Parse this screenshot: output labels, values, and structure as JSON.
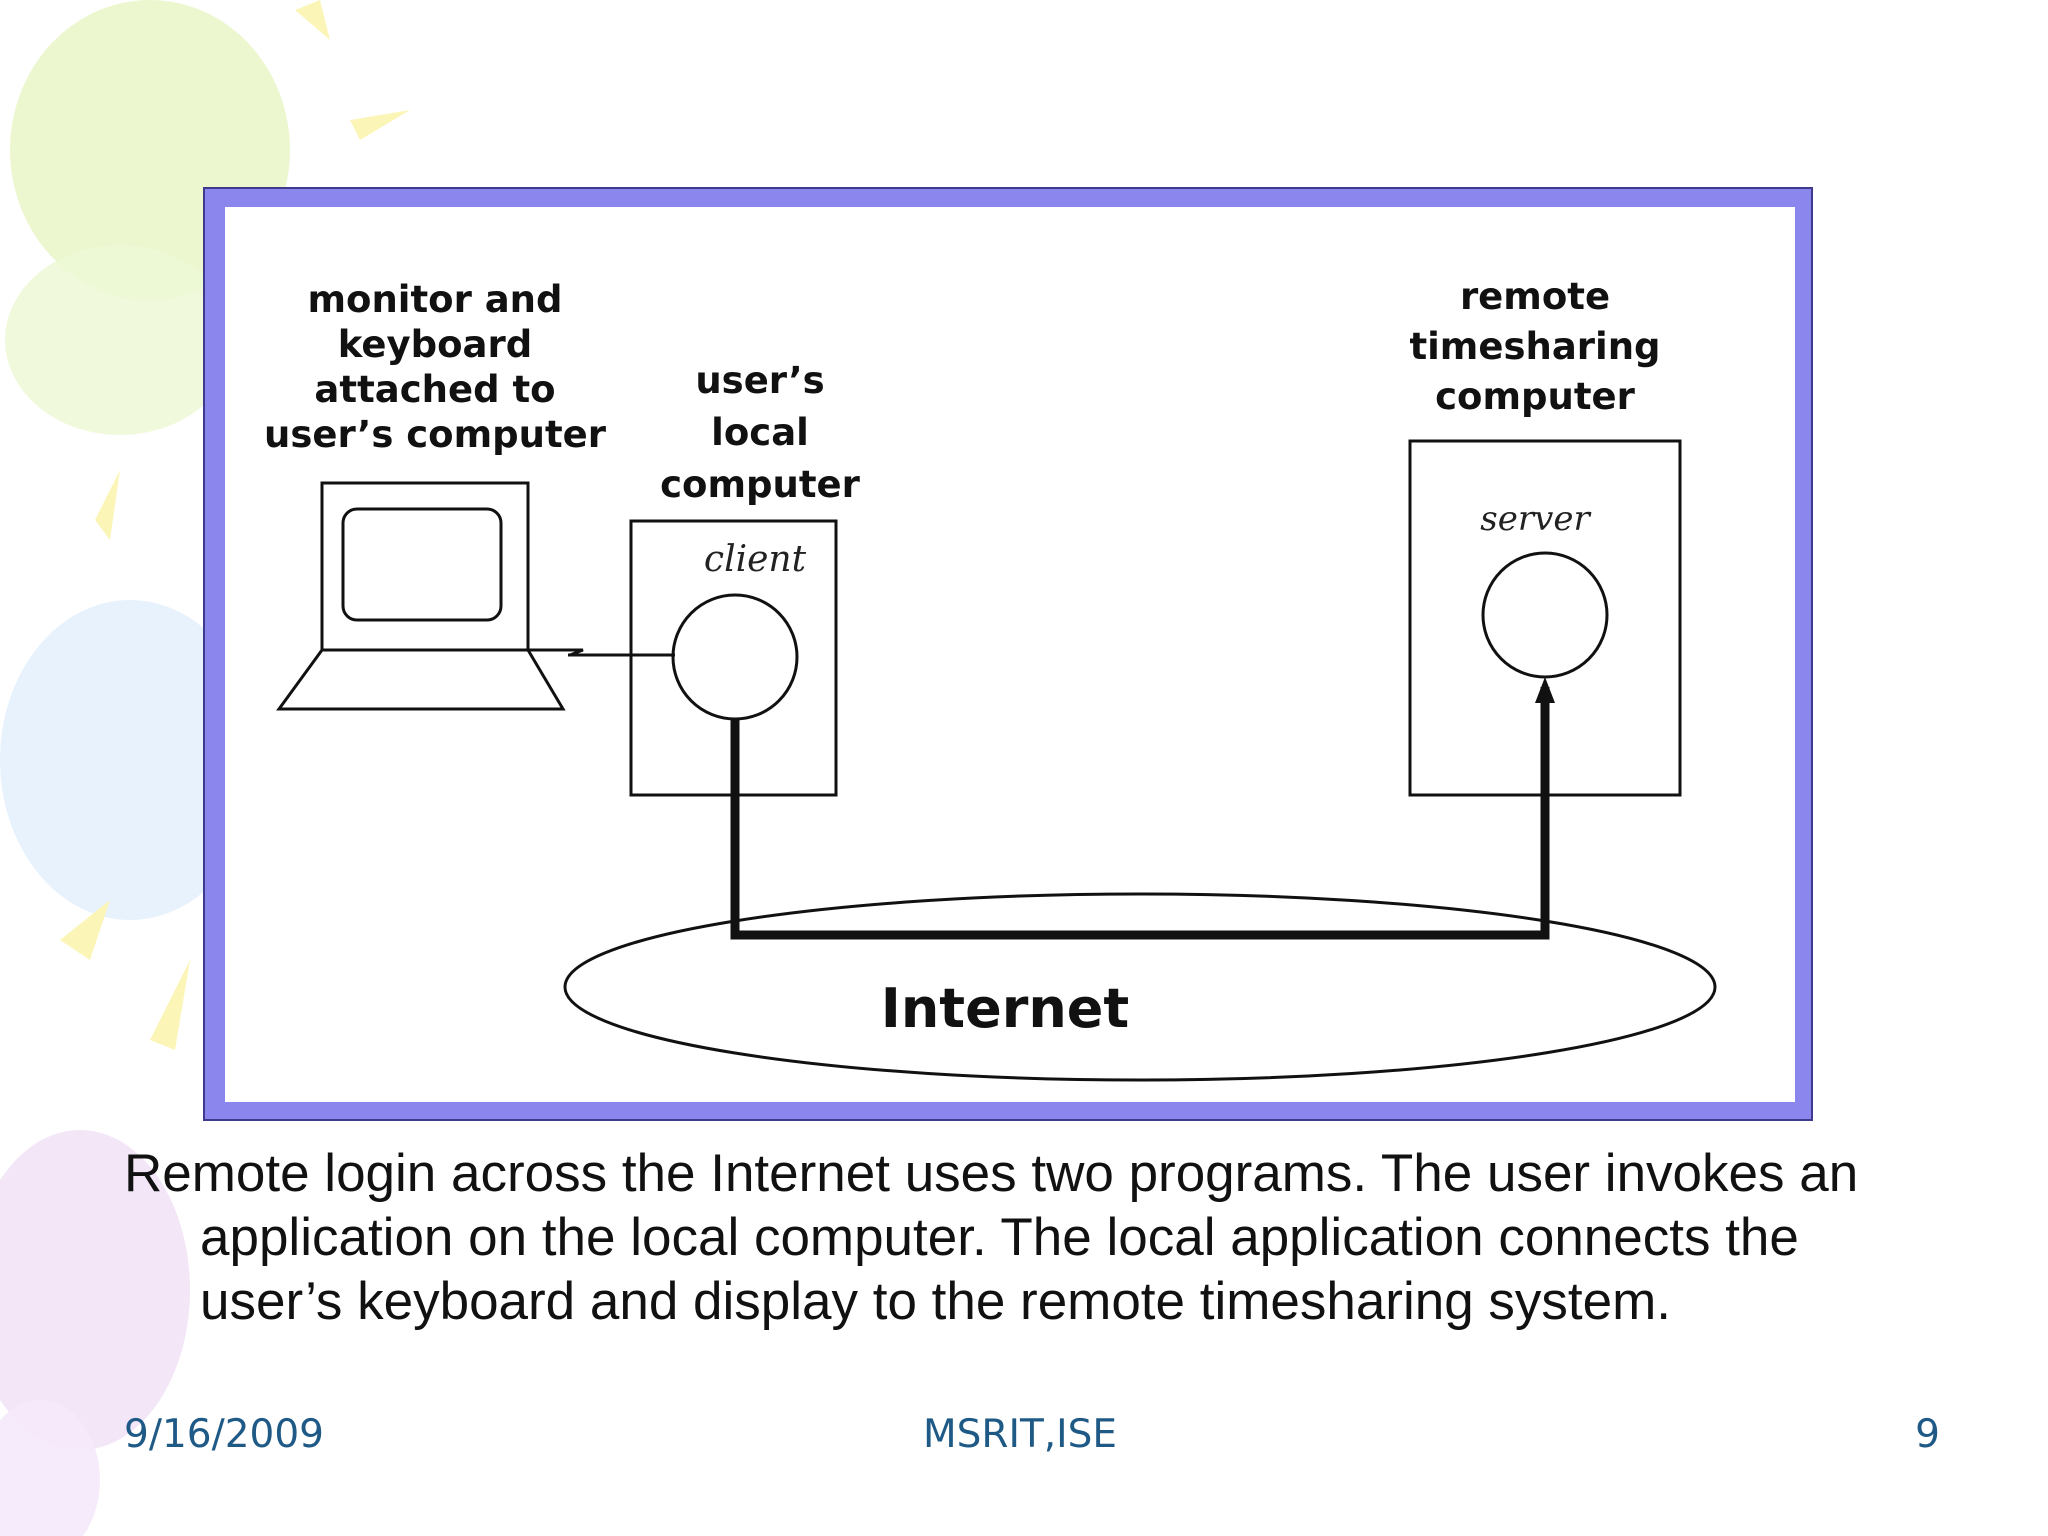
{
  "diagram": {
    "monitor_label": "monitor and\nkeyboard\nattached to\nuser’s computer",
    "local_label": "user’s\nlocal\ncomputer",
    "remote_label": "remote\ntimesharing\ncomputer",
    "client_label": "client",
    "server_label": "server",
    "internet_label": "Internet"
  },
  "caption": "Remote login across the Internet uses two programs.  The user invokes an application on the local computer.  The local application connects the user’s keyboard and display to the remote timesharing system.",
  "footer": {
    "date": "9/16/2009",
    "center": "MSRIT,ISE",
    "page": "9"
  },
  "colors": {
    "frame": "#8a86ee",
    "footer_text": "#1f5a86"
  }
}
